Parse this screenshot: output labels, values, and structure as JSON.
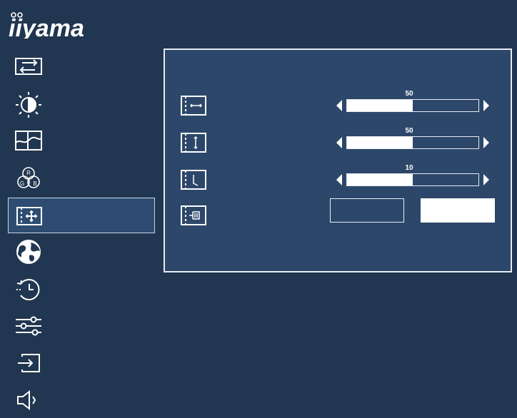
{
  "app": {
    "brand": "iiyama"
  },
  "colors": {
    "background": "#213650",
    "panel": "#2c4769",
    "selected": "#2e4c71",
    "foreground": "#ffffff"
  },
  "sidebar": {
    "items": [
      {
        "icon": "input-switch-icon",
        "selected": false
      },
      {
        "icon": "brightness-icon",
        "selected": false
      },
      {
        "icon": "picture-adjust-icon",
        "selected": false
      },
      {
        "icon": "color-rgb-icon",
        "selected": false
      },
      {
        "icon": "position-icon",
        "selected": true
      },
      {
        "icon": "language-globe-icon",
        "selected": false
      },
      {
        "icon": "reset-history-icon",
        "selected": false
      },
      {
        "icon": "setup-sliders-icon",
        "selected": false
      },
      {
        "icon": "input-enter-icon",
        "selected": false
      },
      {
        "icon": "audio-speaker-icon",
        "selected": false
      }
    ]
  },
  "panel": {
    "rows": [
      {
        "icon": "h-position-icon",
        "value": "50",
        "level_percent": 50
      },
      {
        "icon": "v-position-icon",
        "value": "50",
        "level_percent": 50
      },
      {
        "icon": "clock-icon",
        "value": "10",
        "level_percent": 50
      },
      {
        "icon": "auto-adjust-icon"
      }
    ],
    "buttons": [
      {
        "style": "outline",
        "selected": false
      },
      {
        "style": "solid",
        "selected": true
      }
    ]
  }
}
